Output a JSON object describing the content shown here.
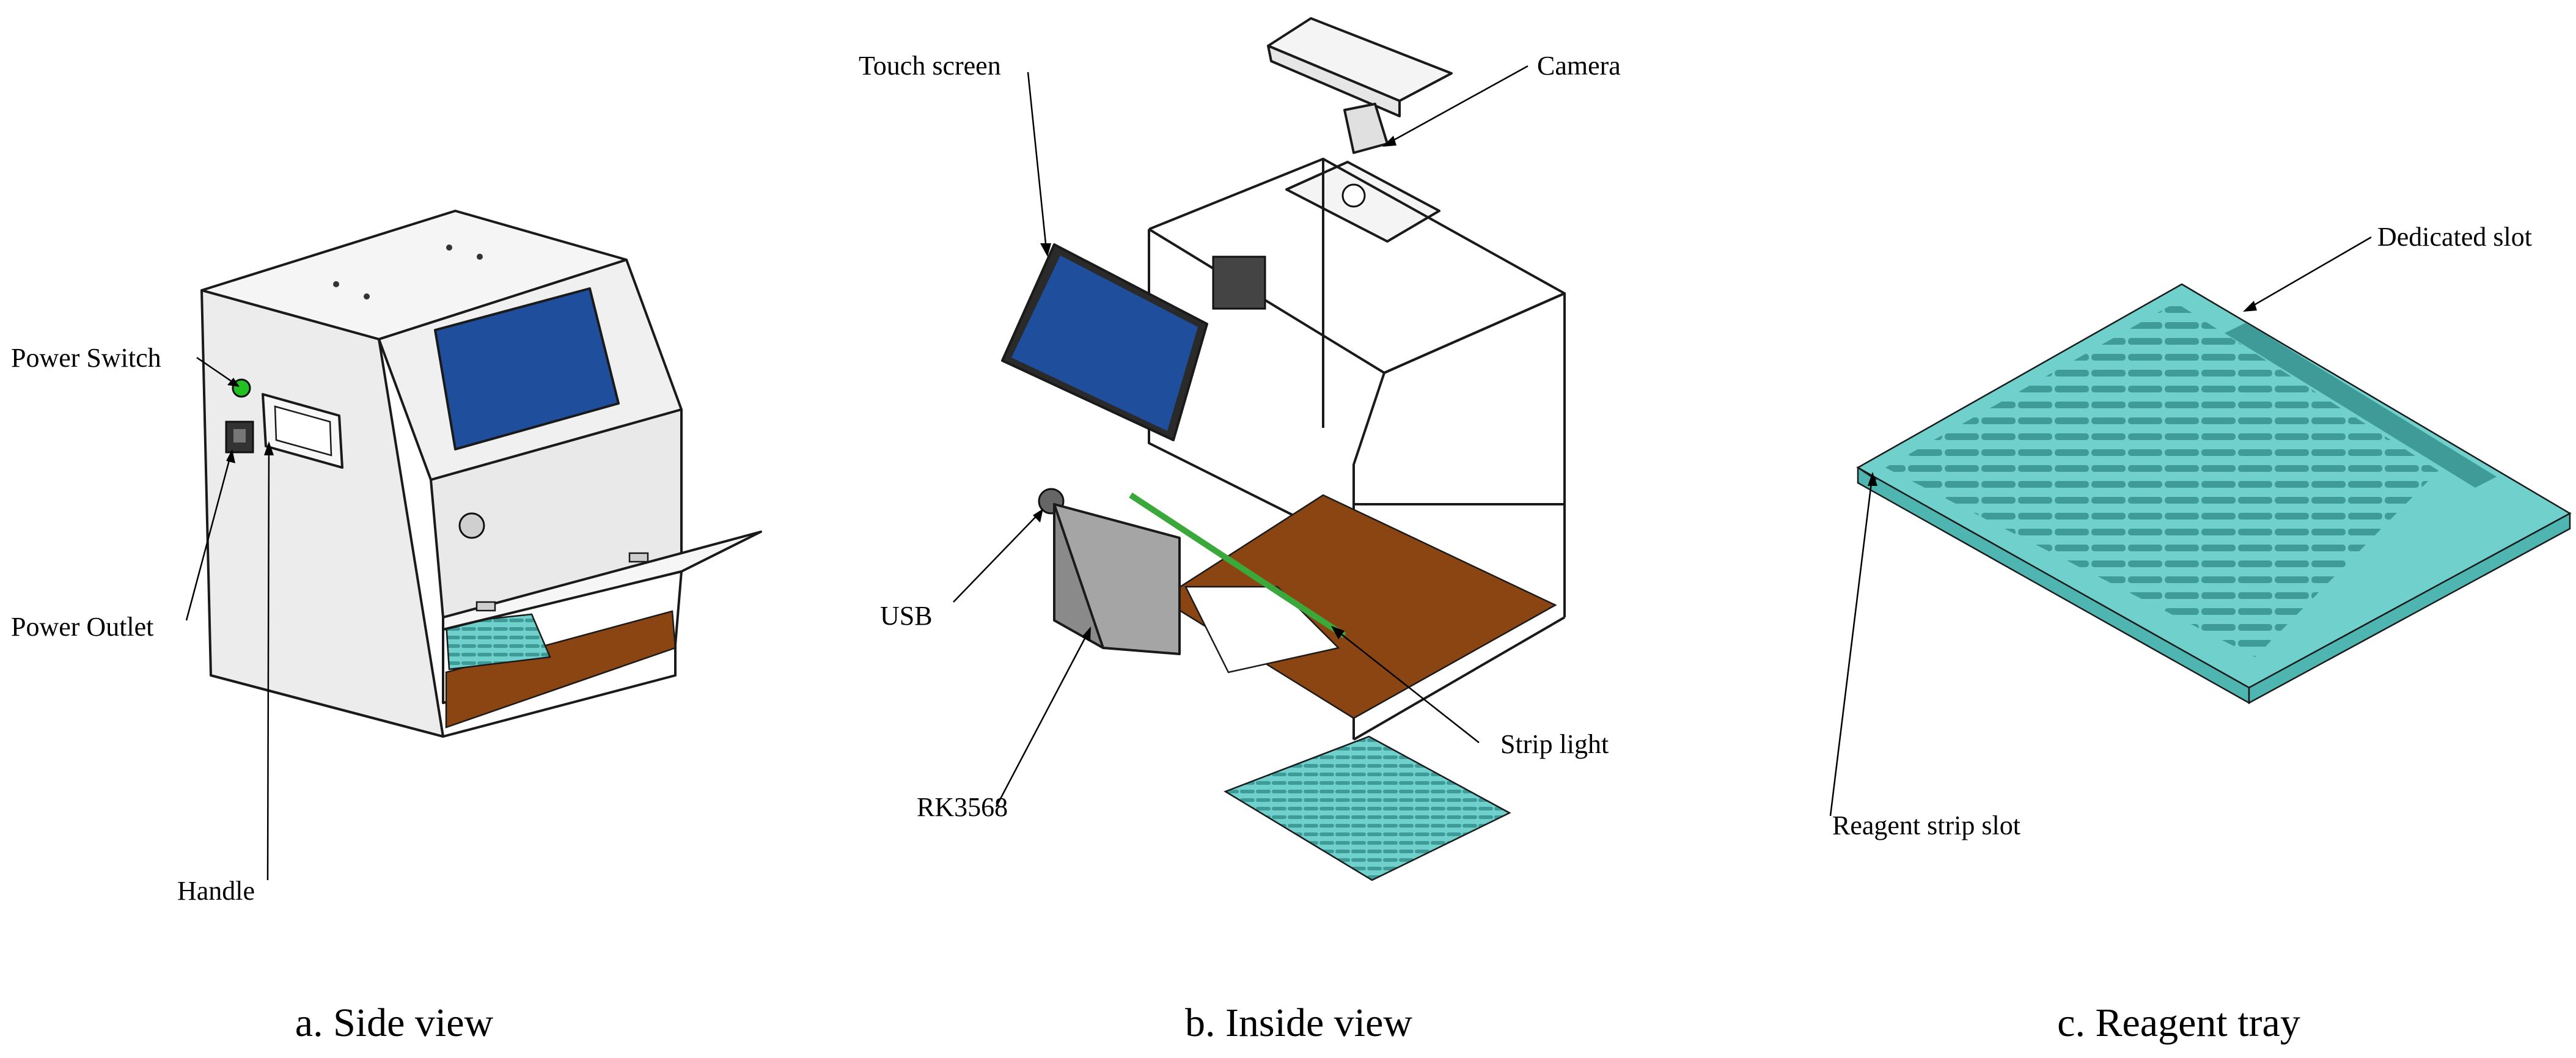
{
  "panels": {
    "side": {
      "caption": "a. Side view",
      "labels": {
        "power_switch": "Power Switch",
        "power_outlet": "Power Outlet",
        "handle": "Handle"
      }
    },
    "inside": {
      "caption": "b. Inside view",
      "labels": {
        "touch_screen": "Touch screen",
        "camera": "Camera",
        "usb": "USB",
        "rk3568": "RK3568",
        "strip_light": "Strip light"
      }
    },
    "tray": {
      "caption": "c. Reagent tray",
      "labels": {
        "dedicated_slot": "Dedicated slot",
        "reagent_strip_slot": "Reagent strip slot"
      }
    }
  },
  "colors": {
    "screen_blue": "#1f4f9c",
    "floor_brown": "#8b4513",
    "tray_teal": "#6fd0cc",
    "switch_green": "#22c022",
    "housing_gray": "#eeeeee"
  }
}
